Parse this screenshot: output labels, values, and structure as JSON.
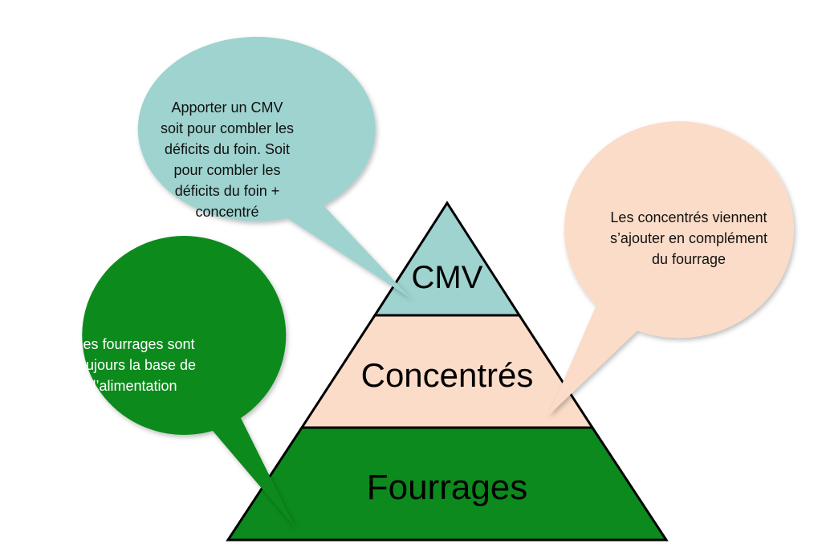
{
  "colors": {
    "cmv": "#9ed3cf",
    "concentres": "#fbdcc8",
    "fourrages": "#0c8a1d",
    "outline": "#000000"
  },
  "pyramid": {
    "tiers": [
      {
        "key": "cmv",
        "label": "CMV"
      },
      {
        "key": "concentres",
        "label": "Concentrés"
      },
      {
        "key": "fourrages",
        "label": "Fourrages"
      }
    ]
  },
  "bubbles": {
    "cmv": {
      "text": "Apporter un CMV\nsoit pour combler les\ndéficits du foin. Soit\npour combler les\ndéficits du foin  +\nconcentré"
    },
    "concentres": {
      "text": "Les concentrés viennent\ns’ajouter en complément\ndu fourrage"
    },
    "fourrages": {
      "text": "Les fourrages sont\ntoujours la base de\nl’alimentation"
    }
  }
}
